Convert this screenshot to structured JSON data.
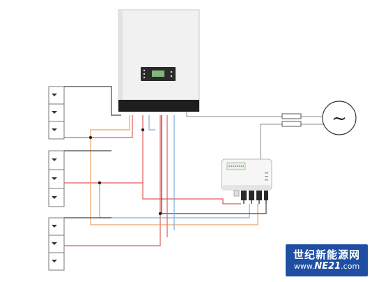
{
  "inverter": {
    "display_text": ""
  },
  "monitor_box": {
    "label": ""
  },
  "grid_symbol": "~",
  "watermark": {
    "line1": "世纪新能源网",
    "line2_prefix": "www.",
    "line2_brand": "NE21",
    "line2_suffix": ".com"
  },
  "colors": {
    "red_wire": "#e05a5a",
    "orange_wire": "#f0a060",
    "blue_wire": "#7aaee0",
    "black_wire": "#222222",
    "gray_wire": "#9a9a9a",
    "watermark_bg": "#1e4fa3"
  }
}
